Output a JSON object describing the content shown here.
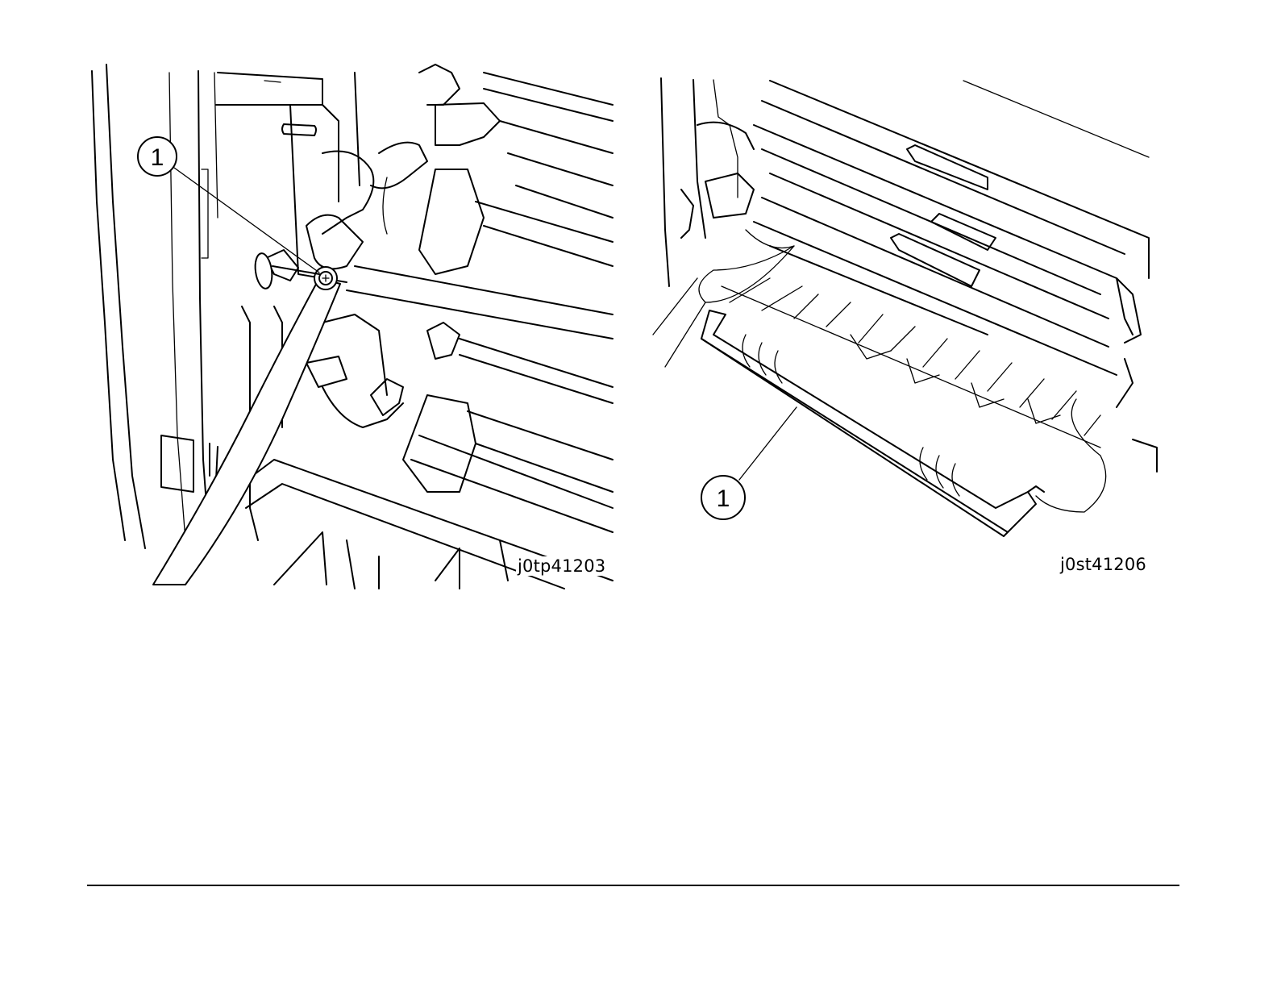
{
  "figures": [
    {
      "id": "j0tp41203",
      "callout": "1"
    },
    {
      "id": "j0st41206",
      "callout": "1"
    }
  ]
}
